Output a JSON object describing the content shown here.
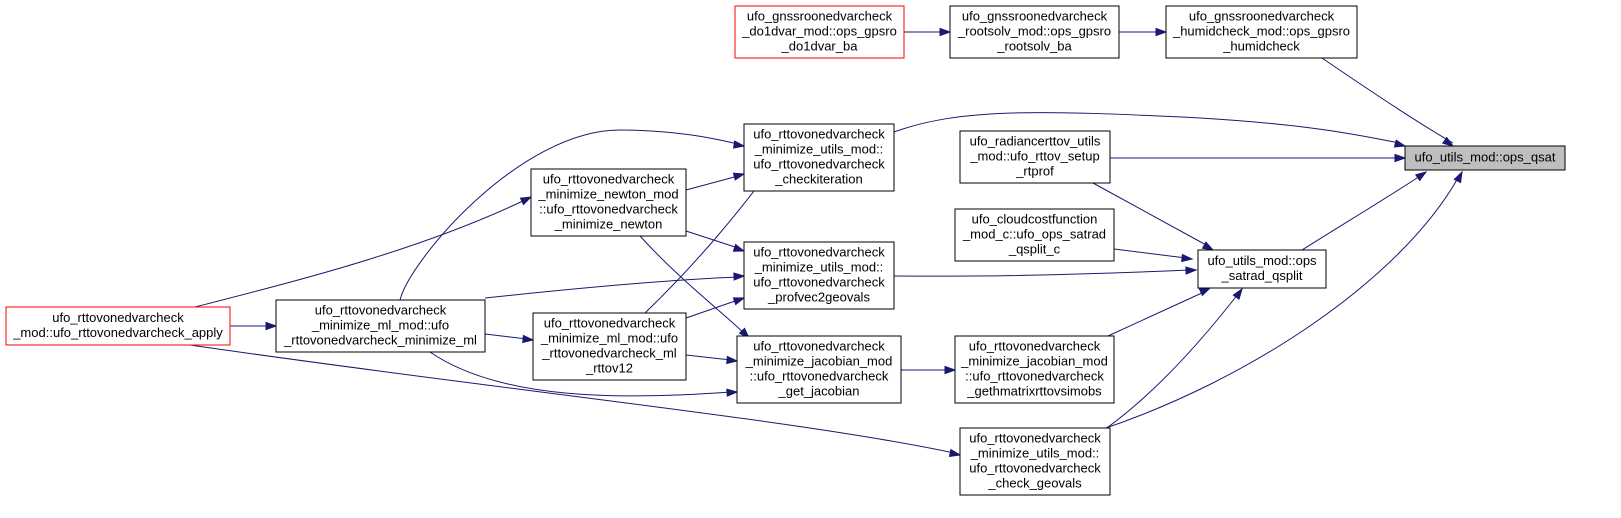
{
  "colors": {
    "edge": "#191970",
    "node_border": "#000000",
    "highlight_border": "#ff0000",
    "focus_fill": "#bfbfbf"
  },
  "nodes": [
    {
      "id": "ops_qsat",
      "lines": [
        "ufo_utils_mod::ops_qsat"
      ]
    },
    {
      "id": "humidcheck",
      "lines": [
        "ufo_gnssroonedvarcheck",
        "_humidcheck_mod::ops_gpsro",
        "_humidcheck"
      ]
    },
    {
      "id": "rootsolv",
      "lines": [
        "ufo_gnssroonedvarcheck",
        "_rootsolv_mod::ops_gpsro",
        "_rootsolv_ba"
      ]
    },
    {
      "id": "do1dvar",
      "lines": [
        "ufo_gnssroonedvarcheck",
        "_do1dvar_mod::ops_gpsro",
        "_do1dvar_ba"
      ]
    },
    {
      "id": "checkiteration",
      "lines": [
        "ufo_rttovonedvarcheck",
        "_minimize_utils_mod::",
        "ufo_rttovonedvarcheck",
        "_checkiteration"
      ]
    },
    {
      "id": "newton",
      "lines": [
        "ufo_rttovonedvarcheck",
        "_minimize_newton_mod",
        "::ufo_rttovonedvarcheck",
        "_minimize_newton"
      ]
    },
    {
      "id": "apply",
      "lines": [
        "ufo_rttovonedvarcheck",
        "_mod::ufo_rttovonedvarcheck_apply"
      ]
    },
    {
      "id": "minimize_ml",
      "lines": [
        "ufo_rttovonedvarcheck",
        "_minimize_ml_mod::ufo",
        "_rttovonedvarcheck_minimize_ml"
      ]
    },
    {
      "id": "rttov_setup",
      "lines": [
        "ufo_radiancerttov_utils",
        "_mod::ufo_rttov_setup",
        "_rtprof"
      ]
    },
    {
      "id": "satrad_qsplit",
      "lines": [
        "ufo_utils_mod::ops",
        "_satrad_qsplit"
      ]
    },
    {
      "id": "cloudcost",
      "lines": [
        "ufo_cloudcostfunction",
        "_mod_c::ufo_ops_satrad",
        "_qsplit_c"
      ]
    },
    {
      "id": "profvec2geovals",
      "lines": [
        "ufo_rttovonedvarcheck",
        "_minimize_utils_mod::",
        "ufo_rttovonedvarcheck",
        "_profvec2geovals"
      ]
    },
    {
      "id": "ml_rttov12",
      "lines": [
        "ufo_rttovonedvarcheck",
        "_minimize_ml_mod::ufo",
        "_rttovonedvarcheck_ml",
        "_rttov12"
      ]
    },
    {
      "id": "get_jacobian",
      "lines": [
        "ufo_rttovonedvarcheck",
        "_minimize_jacobian_mod",
        "::ufo_rttovonedvarcheck",
        "_get_jacobian"
      ]
    },
    {
      "id": "gethmatrix",
      "lines": [
        "ufo_rttovonedvarcheck",
        "_minimize_jacobian_mod",
        "::ufo_rttovonedvarcheck",
        "_gethmatrixrttovsimobs"
      ]
    },
    {
      "id": "check_geovals",
      "lines": [
        "ufo_rttovonedvarcheck",
        "_minimize_utils_mod::",
        "ufo_rttovonedvarcheck",
        "_check_geovals"
      ]
    }
  ]
}
